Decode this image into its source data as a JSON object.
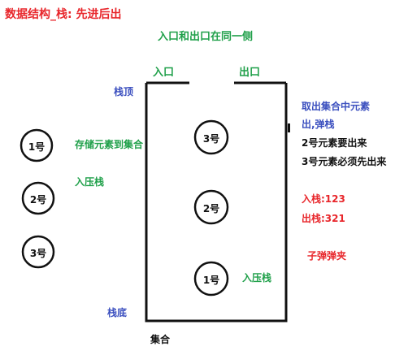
{
  "title": "数据结构_栈: 先进后出",
  "subtitle": "入口和出口在同一侧",
  "labels": {
    "entrance": "入口",
    "exit": "出口",
    "stack_top": "栈顶",
    "stack_bottom": "栈底",
    "collection": "集合",
    "store_line1": "存储元素到集合",
    "store_line2": "入压栈",
    "push_inside": "入压栈",
    "pop_line1": "取出集合中元素",
    "pop_line2": "出,弹栈",
    "pop_line3": "2号元素要出来",
    "pop_line4": "3号元素必须先出来",
    "push_order": "入栈:123",
    "pop_order": "出栈:321",
    "analogy": "子弹弹夹"
  },
  "left_elements": [
    "1号",
    "2号",
    "3号"
  ],
  "stack_elements": [
    "3号",
    "2号",
    "1号"
  ],
  "colors": {
    "red": "#e8262b",
    "green": "#20a04a",
    "blue": "#3b4fbf",
    "black": "#111111"
  }
}
